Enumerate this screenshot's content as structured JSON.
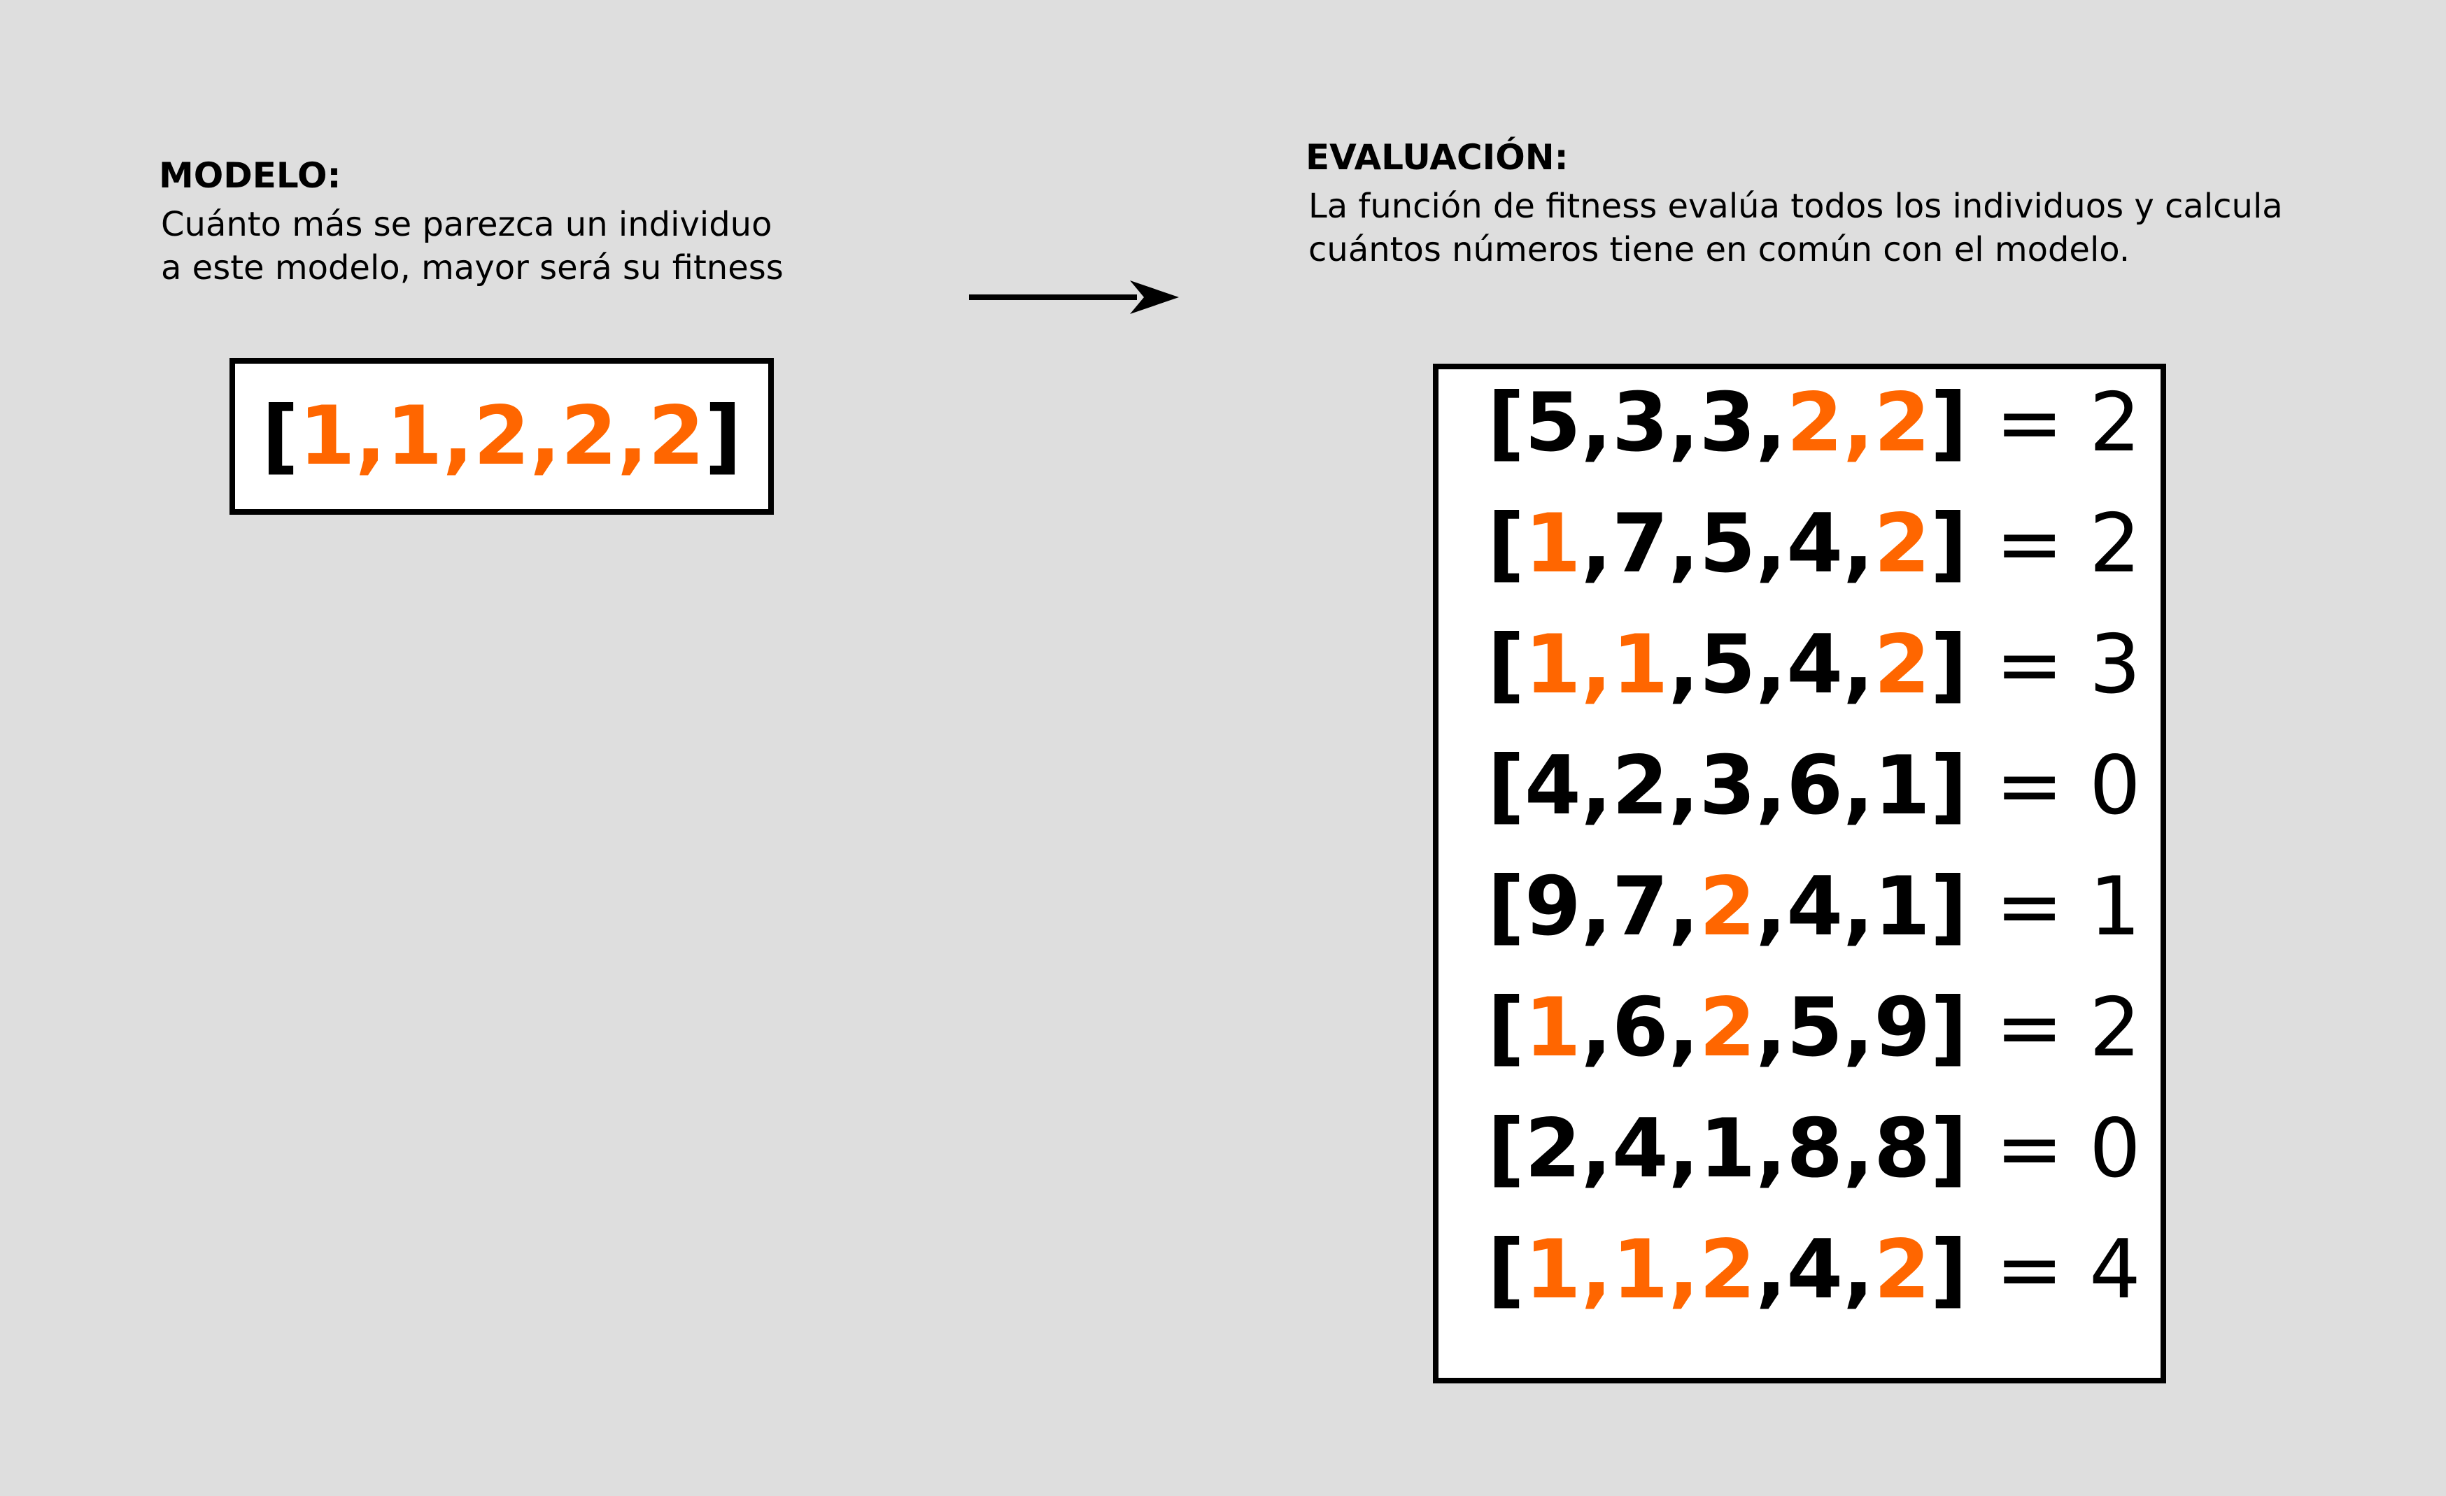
{
  "colors": {
    "background": "#dedede",
    "match": "#ff6600",
    "text": "#000000"
  },
  "model": {
    "title": "MODELO:",
    "desc_line1": "Cuánto más se parezca un individuo",
    "desc_line2": "a este modelo, mayor será su fitness",
    "sequence": [
      1,
      1,
      2,
      2,
      2
    ]
  },
  "arrow_icon": "right-arrow-icon",
  "evaluation": {
    "title": "EVALUACIÓN:",
    "desc_line1": "La función de fitness evalúa todos los individuos y calcula",
    "desc_line2": "cuántos números tiene en común con el modelo.",
    "rows": [
      {
        "values": [
          5,
          3,
          3,
          2,
          2
        ],
        "matches": [
          false,
          false,
          false,
          true,
          true
        ],
        "score": "= 2"
      },
      {
        "values": [
          1,
          7,
          5,
          4,
          2
        ],
        "matches": [
          true,
          false,
          false,
          false,
          true
        ],
        "score": "= 2"
      },
      {
        "values": [
          1,
          1,
          5,
          4,
          2
        ],
        "matches": [
          true,
          true,
          false,
          false,
          true
        ],
        "score": "= 3"
      },
      {
        "values": [
          4,
          2,
          3,
          6,
          1
        ],
        "matches": [
          false,
          false,
          false,
          false,
          false
        ],
        "score": "= 0"
      },
      {
        "values": [
          9,
          7,
          2,
          4,
          1
        ],
        "matches": [
          false,
          false,
          true,
          false,
          false
        ],
        "score": "= 1"
      },
      {
        "values": [
          1,
          6,
          2,
          5,
          9
        ],
        "matches": [
          true,
          false,
          true,
          false,
          false
        ],
        "score": "= 2"
      },
      {
        "values": [
          2,
          4,
          1,
          8,
          8
        ],
        "matches": [
          false,
          false,
          false,
          false,
          false
        ],
        "score": "= 0"
      },
      {
        "values": [
          1,
          1,
          2,
          4,
          2
        ],
        "matches": [
          true,
          true,
          true,
          false,
          true
        ],
        "score": "= 4"
      }
    ]
  }
}
